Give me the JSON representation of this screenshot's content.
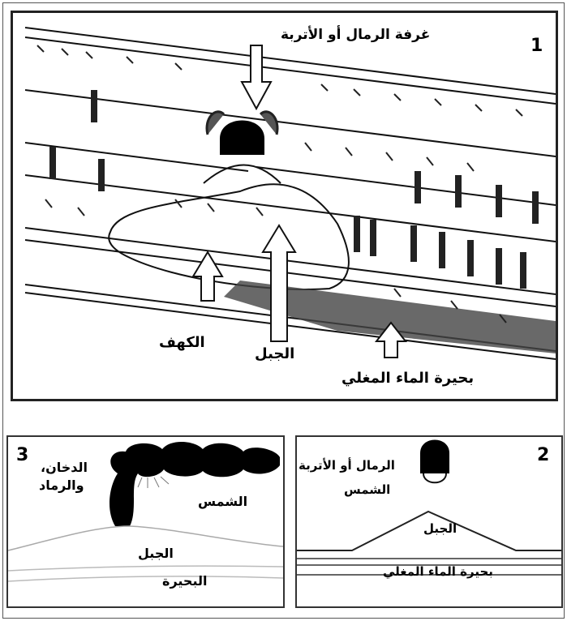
{
  "panel1": {
    "number": "1",
    "label_chamber": "غرفة الرمال أو الأتربة",
    "label_cave": "الكهف",
    "label_mountain": "الجبل",
    "label_lake": "بحيرة الماء المغلي"
  },
  "panel2": {
    "number": "2",
    "label_chamber": "الرمال أو الأتربة",
    "label_sun": "الشمس",
    "label_mountain": "الجبل",
    "label_lake": "بحيرة الماء المغلي"
  },
  "panel3": {
    "number": "3",
    "label_smoke_line1": "الدخان،",
    "label_smoke_line2": "والرماد",
    "label_sun": "الشمس",
    "label_mountain": "الجبل",
    "label_lake": "البحيرة"
  }
}
